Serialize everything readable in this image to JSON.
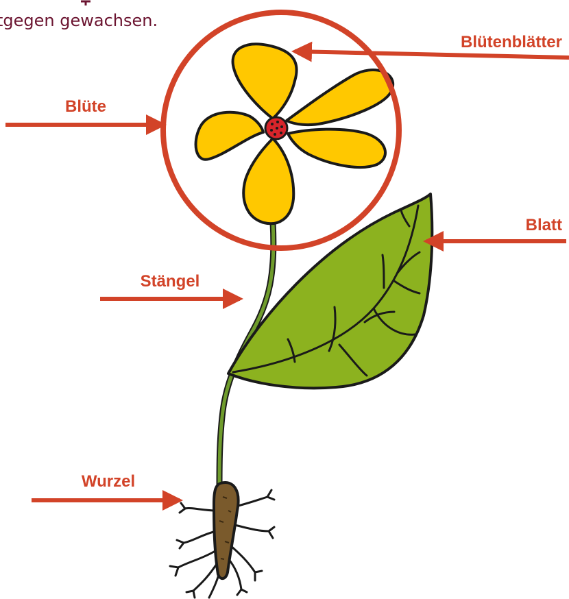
{
  "intro_text": "tgegen gewachsen.",
  "labels": {
    "petals": "Blütenblätter",
    "flower": "Blüte",
    "leaf": "Blatt",
    "stem": "Stängel",
    "root": "Wurzel"
  },
  "colors": {
    "annotation": "#d24328",
    "intro_text": "#6b1430",
    "petal": "#ffc800",
    "flower_center": "#d8252b",
    "leaf": "#8cb21f",
    "stem": "#6f9c2c",
    "root": "#7a5a2c",
    "outline": "#1a1a1a"
  }
}
